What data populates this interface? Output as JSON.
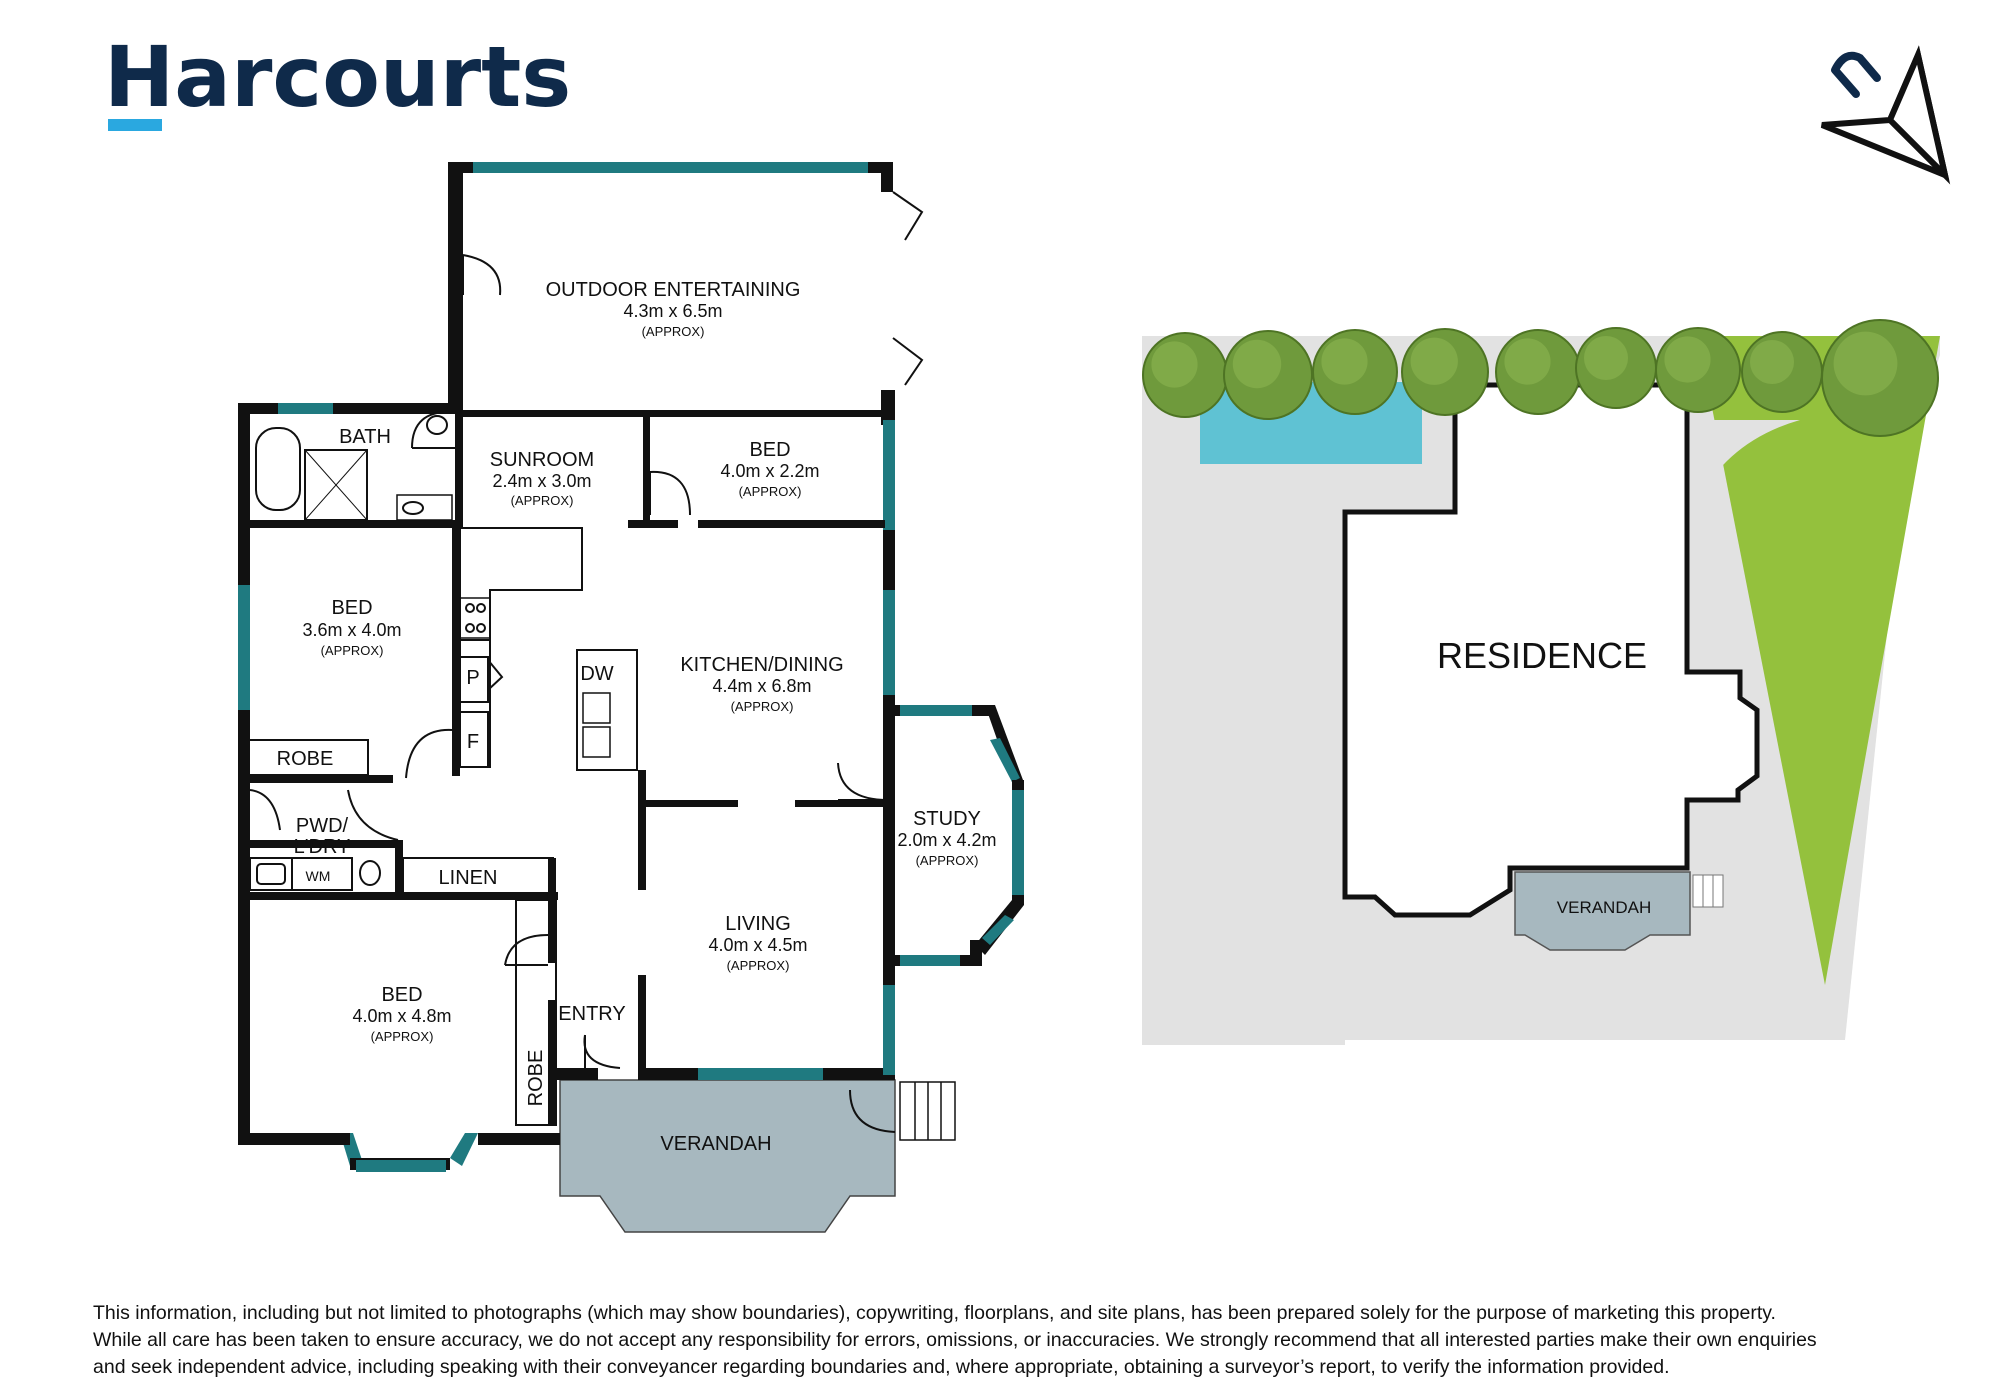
{
  "brand": {
    "name": "Harcourts",
    "color": "#0f2a4a",
    "accent": "#2aa8e0"
  },
  "compass": {
    "icon": "north-arrow-icon",
    "letter": "n"
  },
  "colors": {
    "wall": "#111111",
    "window": "#1f7a80",
    "verandah": "#a7b8bf",
    "lawn": "#94c13d",
    "paving": "#e2e2e2",
    "pool": "#5fc2d3",
    "tree": "#6f9a3c"
  },
  "floorplan": {
    "rooms": [
      {
        "key": "outdoor",
        "name": "OUTDOOR ENTERTAINING",
        "size": "4.3m x 6.5m",
        "approx": "(APPROX)"
      },
      {
        "key": "bath",
        "name": "BATH"
      },
      {
        "key": "sunroom",
        "name": "SUNROOM",
        "size": "2.4m x 3.0m",
        "approx": "(APPROX)"
      },
      {
        "key": "bed1",
        "name": "BED",
        "size": "4.0m x 2.2m",
        "approx": "(APPROX)"
      },
      {
        "key": "bed2",
        "name": "BED",
        "size": "3.6m x 4.0m",
        "approx": "(APPROX)"
      },
      {
        "key": "kitchen",
        "name": "KITCHEN/DINING",
        "size": "4.4m x 6.8m",
        "approx": "(APPROX)"
      },
      {
        "key": "study",
        "name": "STUDY",
        "size": "2.0m x 4.2m",
        "approx": "(APPROX)"
      },
      {
        "key": "robe1",
        "name": "ROBE"
      },
      {
        "key": "pwd",
        "name": "PWD/",
        "name2": "L'DRY"
      },
      {
        "key": "linen",
        "name": "LINEN"
      },
      {
        "key": "living",
        "name": "LIVING",
        "size": "4.0m x 4.5m",
        "approx": "(APPROX)"
      },
      {
        "key": "bed3",
        "name": "BED",
        "size": "4.0m x 4.8m",
        "approx": "(APPROX)"
      },
      {
        "key": "entry",
        "name": "ENTRY"
      },
      {
        "key": "robe2",
        "name": "ROBE"
      },
      {
        "key": "verandah",
        "name": "VERANDAH"
      }
    ],
    "fixtures": {
      "dw": "DW",
      "pantry": "P",
      "fridge": "F",
      "wm": "WM"
    }
  },
  "siteplan": {
    "residence": "RESIDENCE",
    "verandah": "VERANDAH"
  },
  "disclaimer": {
    "line1": "This information, including but not limited to photographs (which may show boundaries), copywriting, floorplans, and site plans, has been prepared solely for the purpose of marketing this property.",
    "line2": "While all care has been taken to ensure accuracy, we do not accept any responsibility for errors, omissions, or inaccuracies. We strongly recommend that all interested parties make their own enquiries",
    "line3": "and seek independent advice,  including speaking with their conveyancer regarding boundaries and, where appropriate, obtaining a surveyor’s report, to verify the information provided."
  }
}
